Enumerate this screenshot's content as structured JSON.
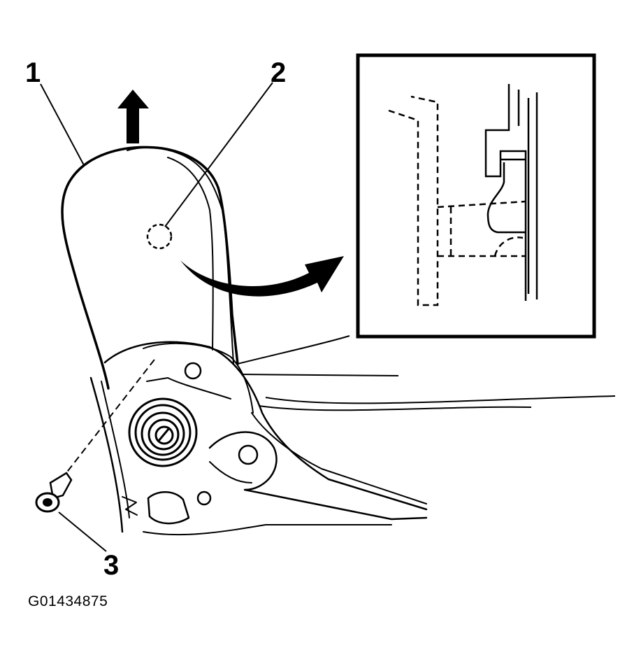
{
  "callouts": {
    "one": "1",
    "two": "2",
    "three": "3"
  },
  "figure_id": "G01434875",
  "colors": {
    "ink": "#000000",
    "paper": "#ffffff"
  }
}
